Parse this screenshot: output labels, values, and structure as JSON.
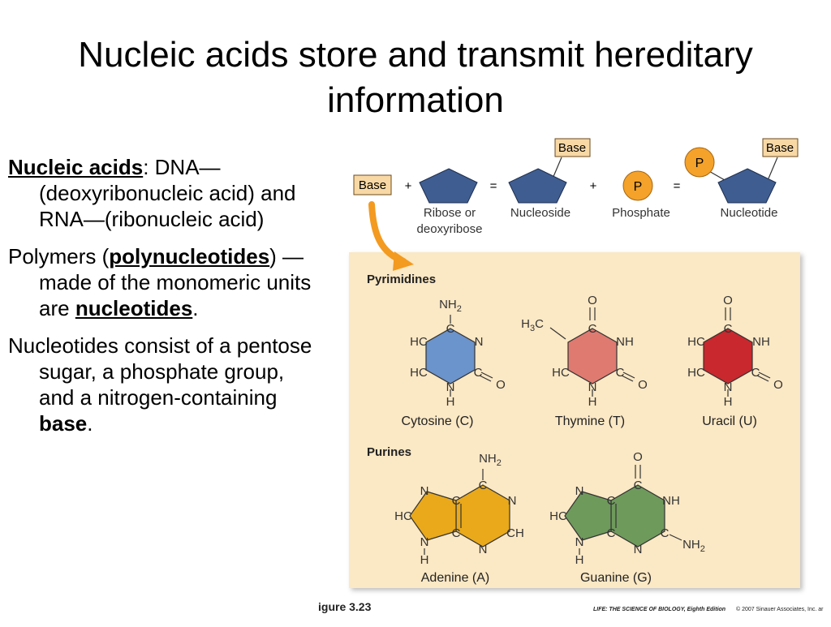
{
  "slide": {
    "title": "Nucleic acids store and transmit hereditary information",
    "paragraphs": {
      "p1": {
        "term": "Nucleic acids",
        "after_term": ": DNA—(deoxyribonucleic acid) and RNA—(ribonucleic acid)"
      },
      "p2": {
        "before": "Polymers (",
        "term": "polynucleotides",
        "middle": ") — made of the monomeric units are ",
        "term2": "nucleotides",
        "after": "."
      },
      "p3": {
        "before": "Nucleotides consist of a pentose sugar, a phosphate group, and a nitrogen-containing ",
        "term": "base",
        "after": "."
      }
    }
  },
  "figure": {
    "colors": {
      "base_box": "#f8d9a6",
      "sugar": "#3f5d90",
      "phosphate": "#f4a22a",
      "panel_bg": "#fbe8c4",
      "arrow": "#f39a20",
      "cytosine": "#6b93cc",
      "thymine": "#df7a70",
      "uracil": "#c8282e",
      "adenine": "#e9a91a",
      "guanine": "#6e9a5c"
    },
    "equation": {
      "base": "Base",
      "plus": "+",
      "equals": "=",
      "sugar_label_1": "Ribose or",
      "sugar_label_2": "deoxyribose",
      "nucleoside": "Nucleoside",
      "phosphate_letter": "P",
      "phosphate": "Phosphate",
      "nucleotide": "Nucleotide"
    },
    "pyrimidines": {
      "heading": "Pyrimidines",
      "cytosine": "Cytosine (C)",
      "thymine": "Thymine (T)",
      "uracil": "Uracil (U)"
    },
    "purines": {
      "heading": "Purines",
      "adenine": "Adenine (A)",
      "guanine": "Guanine (G)"
    },
    "atoms": {
      "c": "C",
      "n": "N",
      "o": "O",
      "h": "H",
      "hc": "HC",
      "nh": "NH",
      "ch": "CH",
      "nh2": "NH",
      "sub2": "2",
      "h3c_h": "H",
      "sub3": "3"
    },
    "caption": {
      "figure_ref": "igure 3.23",
      "source_title": "LIFE: THE SCIENCE OF BIOLOGY, Eighth Edition",
      "copyright": "© 2007 Sinauer Associates, Inc. ar"
    }
  }
}
